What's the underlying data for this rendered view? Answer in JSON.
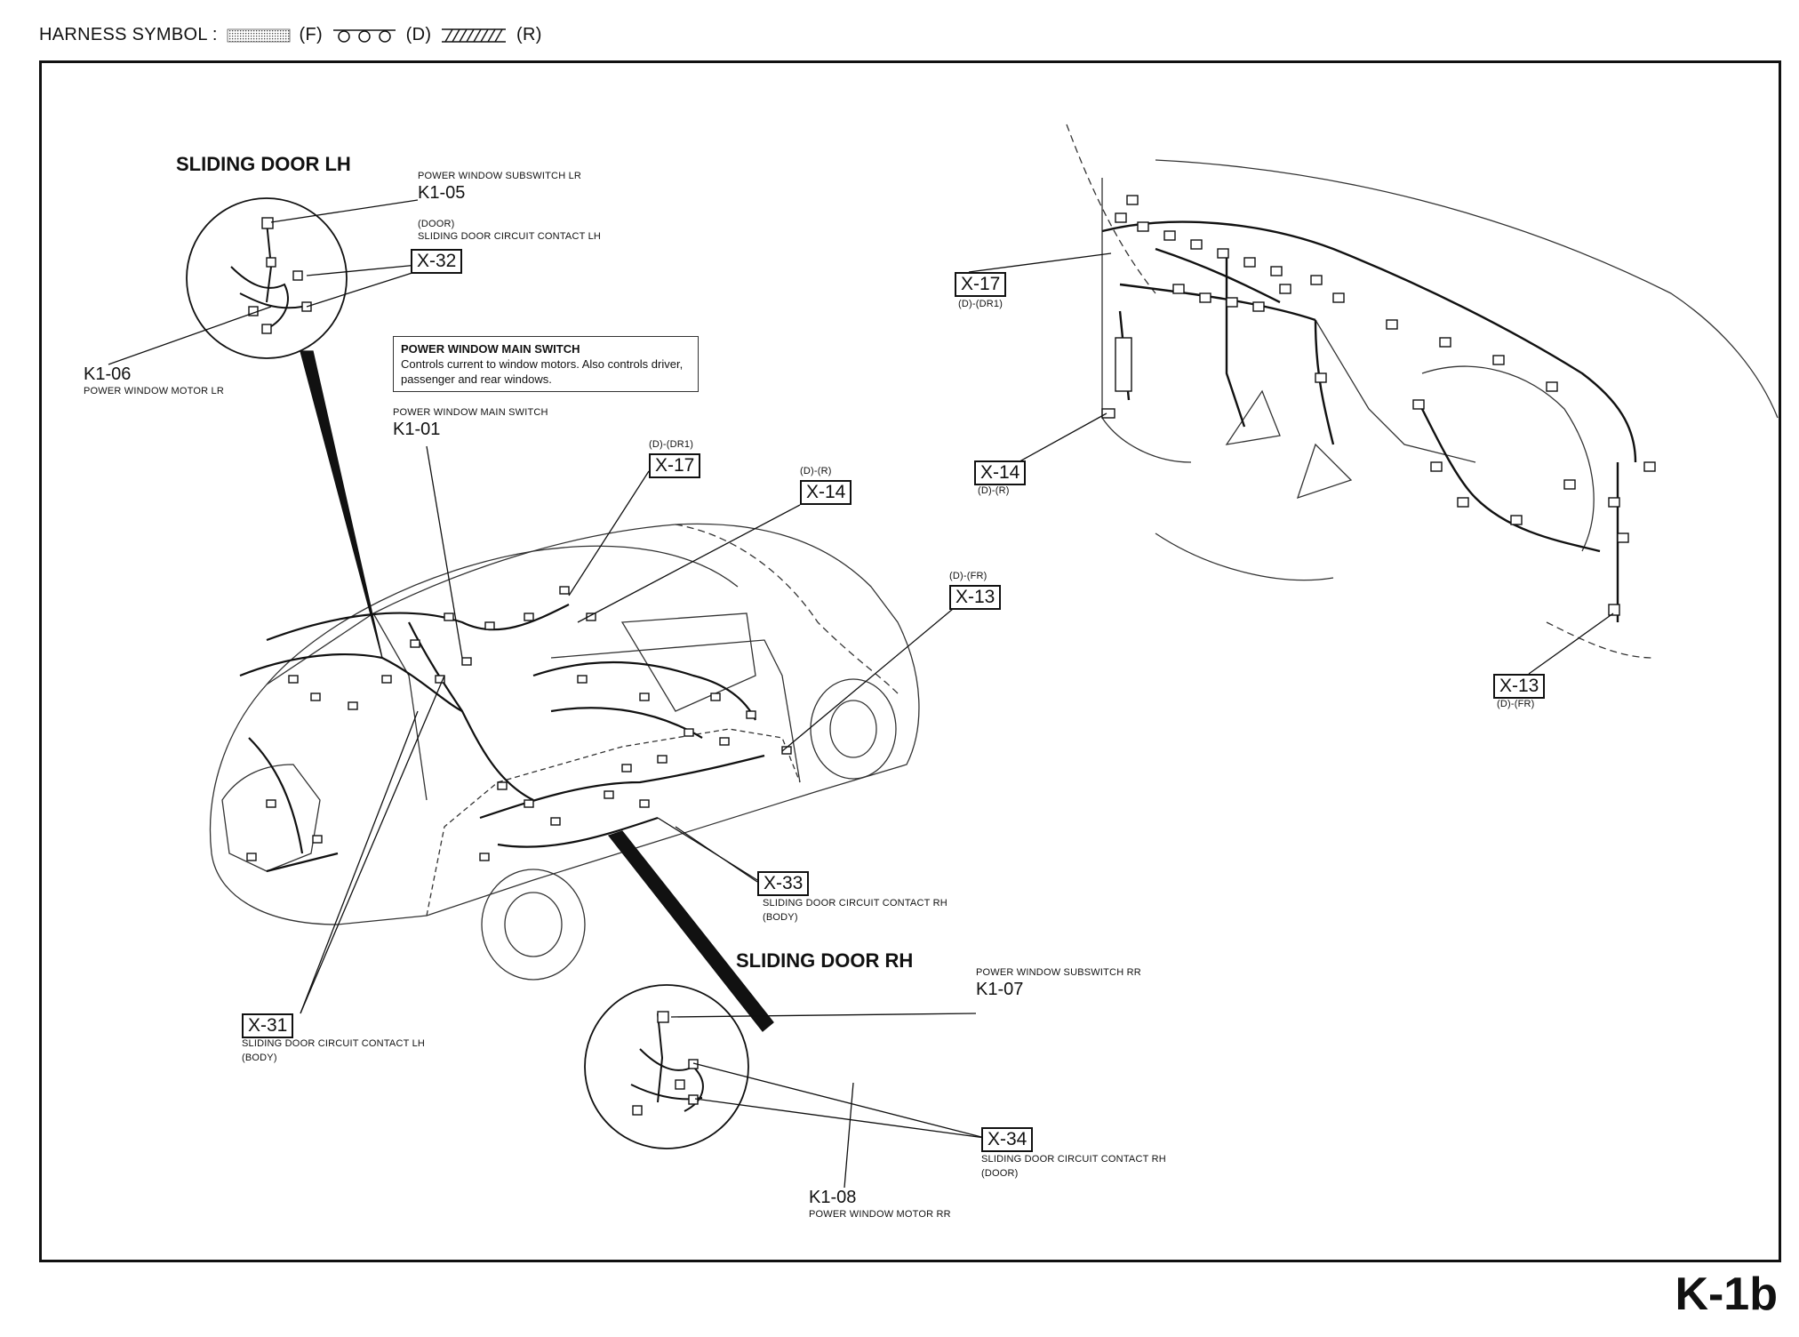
{
  "legend": {
    "prefix": "HARNESS SYMBOL :",
    "f": "(F)",
    "d": "(D)",
    "r": "(R)"
  },
  "sliding_door_lh": {
    "title": "SLIDING DOOR LH",
    "k105_desc": "POWER WINDOW SUBSWITCH LR",
    "k105": "K1-05",
    "x32_sub": "(DOOR)",
    "x32_desc": "SLIDING DOOR CIRCUIT CONTACT LH",
    "x32": "X-32",
    "k106": "K1-06",
    "k106_desc": "POWER WINDOW MOTOR LR"
  },
  "main_switch_note": {
    "heading": "POWER WINDOW MAIN SWITCH",
    "body": "Controls current to window motors. Also controls driver, passenger and rear windows."
  },
  "main_switch": {
    "desc": "POWER WINDOW MAIN SWITCH",
    "code": "K1-01"
  },
  "vehicle_connectors": {
    "x17_sub": "(D)-(DR1)",
    "x17": "X-17",
    "x14_sub": "(D)-(R)",
    "x14": "X-14",
    "x13_sub": "(D)-(FR)",
    "x13": "X-13",
    "x33": "X-33",
    "x33_desc": "SLIDING DOOR CIRCUIT CONTACT RH",
    "x33_sub": "(BODY)",
    "x31": "X-31",
    "x31_desc": "SLIDING DOOR CIRCUIT CONTACT LH",
    "x31_sub": "(BODY)"
  },
  "dash_connectors": {
    "x17": "X-17",
    "x17_sub": "(D)-(DR1)",
    "x14": "X-14",
    "x14_sub": "(D)-(R)",
    "x13": "X-13",
    "x13_sub": "(D)-(FR)"
  },
  "sliding_door_rh": {
    "title": "SLIDING DOOR RH",
    "k107_desc": "POWER WINDOW SUBSWITCH RR",
    "k107": "K1-07",
    "x34": "X-34",
    "x34_desc": "SLIDING DOOR CIRCUIT CONTACT RH",
    "x34_sub": "(DOOR)",
    "k108": "K1-08",
    "k108_desc": "POWER WINDOW MOTOR RR"
  },
  "page_id": "K-1b",
  "colors": {
    "ink": "#111111",
    "paper": "#ffffff",
    "line": "#333333"
  }
}
